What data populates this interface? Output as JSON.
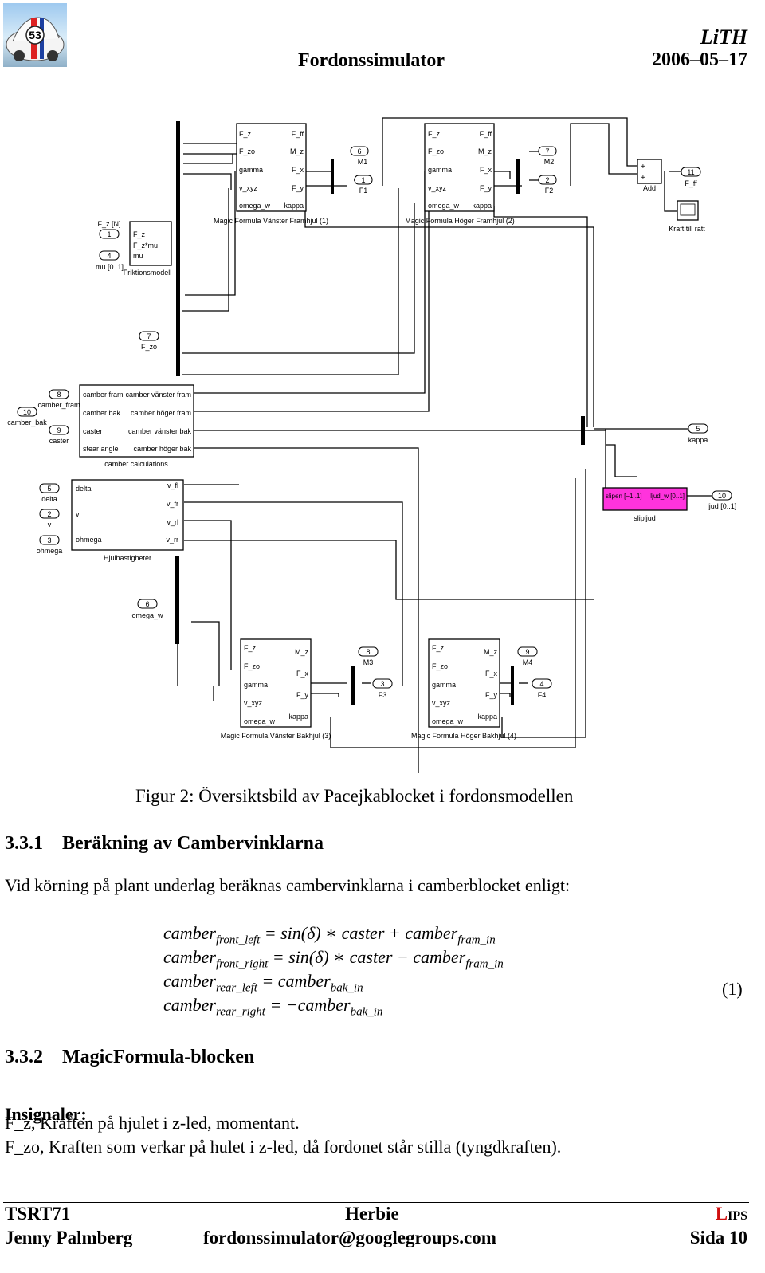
{
  "header": {
    "org": "LiTH",
    "title": "Fordonssimulator",
    "date": "2006–05–17"
  },
  "diagram": {
    "mf_ports_in": [
      "F_z",
      "F_zo",
      "gamma",
      "v_xyz",
      "omega_w"
    ],
    "mf_ports_out": [
      "F_ff",
      "M_z",
      "F_x",
      "F_y",
      "kappa"
    ],
    "mf_ports_out_rear": [
      "M_z",
      "F_x",
      "F_y",
      "kappa"
    ],
    "mf_front_left": "Magic Formula Vänster Framhjul (1)",
    "mf_front_right": "Magic Formula Höger Framhjul (2)",
    "mf_rear_left": "Magic Formula Vänster Bakhjul (3)",
    "mf_rear_right": "Magic Formula Höger Bakhjul (4)",
    "out_m1": {
      "num": "6",
      "label": "M1"
    },
    "out_f1": {
      "num": "1",
      "label": "F1"
    },
    "out_m2": {
      "num": "7",
      "label": "M2"
    },
    "out_f2": {
      "num": "2",
      "label": "F2"
    },
    "out_m3": {
      "num": "8",
      "label": "M3"
    },
    "out_f3": {
      "num": "3",
      "label": "F3"
    },
    "out_m4": {
      "num": "9",
      "label": "M4"
    },
    "out_f4": {
      "num": "4",
      "label": "F4"
    },
    "add": {
      "label": "Add",
      "plus": "+"
    },
    "out_ff": {
      "num": "11",
      "label": "F_ff"
    },
    "scope": "Kraft till ratt",
    "fz_in": {
      "num": "1",
      "label": "F_z [N]"
    },
    "mu_in": {
      "num": "4",
      "label": "mu [0..1]"
    },
    "friction": {
      "in1": "F_z",
      "in2": "mu",
      "out": "F_z*mu",
      "label": "Friktionsmodell"
    },
    "fzo_in": {
      "num": "7",
      "label": "F_zo"
    },
    "camber_in": [
      {
        "num": "8",
        "label": "camber_fram"
      },
      {
        "num": "10",
        "label": "camber_bak"
      },
      {
        "num": "9",
        "label": "caster"
      }
    ],
    "camber_block": {
      "inputs": [
        "camber fram",
        "camber bak",
        "caster",
        "stear angle"
      ],
      "outputs": [
        "camber vänster fram",
        "camber höger fram",
        "camber vänster bak",
        "camber höger bak"
      ],
      "label": "camber calculations"
    },
    "kappa_out": {
      "num": "5",
      "label": "kappa"
    },
    "wheel_in": [
      {
        "num": "5",
        "label": "delta"
      },
      {
        "num": "2",
        "label": "v"
      },
      {
        "num": "3",
        "label": "ohmega"
      }
    ],
    "wheel_block": {
      "inputs": [
        "delta",
        "v",
        "ohmega"
      ],
      "outputs": [
        "v_fl",
        "v_fr",
        "v_rl",
        "v_rr"
      ],
      "label": "Hjulhastigheter"
    },
    "slip_block": {
      "in": "slipen [−1..1]",
      "out": "ljud_w [0..1]",
      "label": "slipljud",
      "color": "#ff33dd"
    },
    "ljud_out": {
      "num": "10",
      "label": "ljud [0..1]"
    },
    "omega_in": {
      "num": "6",
      "label": "omega_w"
    }
  },
  "caption": "Figur 2: Översiktsbild av Pacejkablocket i fordonsmodellen",
  "section_331": {
    "num": "3.3.1",
    "title": "Beräkning av Cambervinklarna"
  },
  "intro_text": "Vid körning på plant underlag beräknas cambervinklarna i camberblocket enligt:",
  "equations": [
    {
      "lhs": "camber",
      "lhs_sub": "front_left",
      "rhs_a": " = sin(δ) ∗ caster + camber",
      "rhs_sub": "fram_in"
    },
    {
      "lhs": "camber",
      "lhs_sub": "front_right",
      "rhs_a": " = sin(δ) ∗ caster − camber",
      "rhs_sub": "fram_in"
    },
    {
      "lhs": "camber",
      "lhs_sub": "rear_left",
      "rhs_a": " = camber",
      "rhs_sub": "bak_in"
    },
    {
      "lhs": "camber",
      "lhs_sub": "rear_right",
      "rhs_a": " = −camber",
      "rhs_sub": "bak_in"
    }
  ],
  "equation_number": "(1)",
  "section_332": {
    "num": "3.3.2",
    "title": "MagicFormula-blocken"
  },
  "insignaler_heading": "Insignaler:",
  "insignaler": [
    "F_z, Kraften på hjulet i z-led, momentant.",
    "F_zo, Kraften som verkar på hulet i z-led, då fordonet står stilla (tyngdkraften)."
  ],
  "footer": {
    "course": "TSRT71",
    "author": "Jenny Palmberg",
    "project": "Herbie",
    "email": "fordonssimulator@googlegroups.com",
    "brand": "LIPS",
    "page": "Sida 10"
  }
}
